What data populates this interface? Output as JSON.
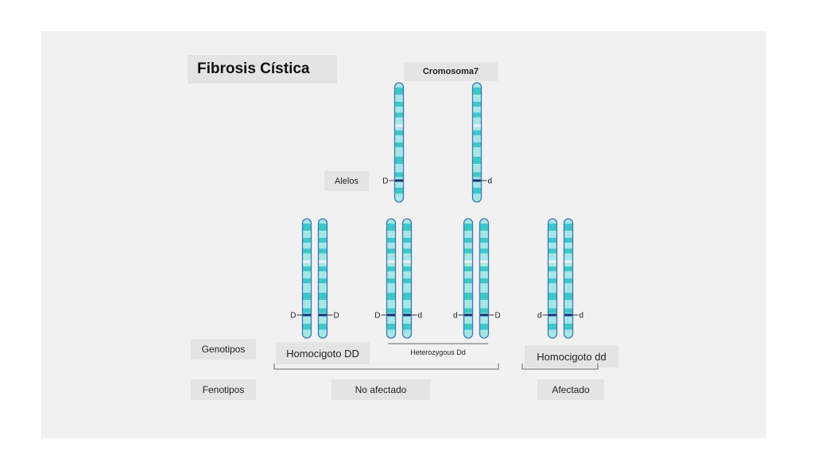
{
  "title": "Fibrosis Cística",
  "chromosome_label": "Cromosoma7",
  "alleles_label": "Alelos",
  "row_labels": {
    "genotypes": "Genotipos",
    "phenotypes": "Fenotipos"
  },
  "parent_alleles": [
    "D",
    "d"
  ],
  "offspring_alleles": [
    [
      "D",
      "D"
    ],
    [
      "D",
      "d"
    ],
    [
      "d",
      "D"
    ],
    [
      "d",
      "d"
    ]
  ],
  "genotypes": {
    "homozygous_dominant": "Homocigoto DD",
    "heterozygous": "Heterozygous Dd",
    "homozygous_recessive": "Homocigoto dd"
  },
  "phenotypes": {
    "unaffected": "No afectado",
    "affected": "Afectado"
  },
  "colors": {
    "chromatid_light": "#a6e6e6",
    "chromatid_band": "#3ec7c9",
    "outline": "#3e78b8",
    "allele_marker": "#14307a"
  }
}
